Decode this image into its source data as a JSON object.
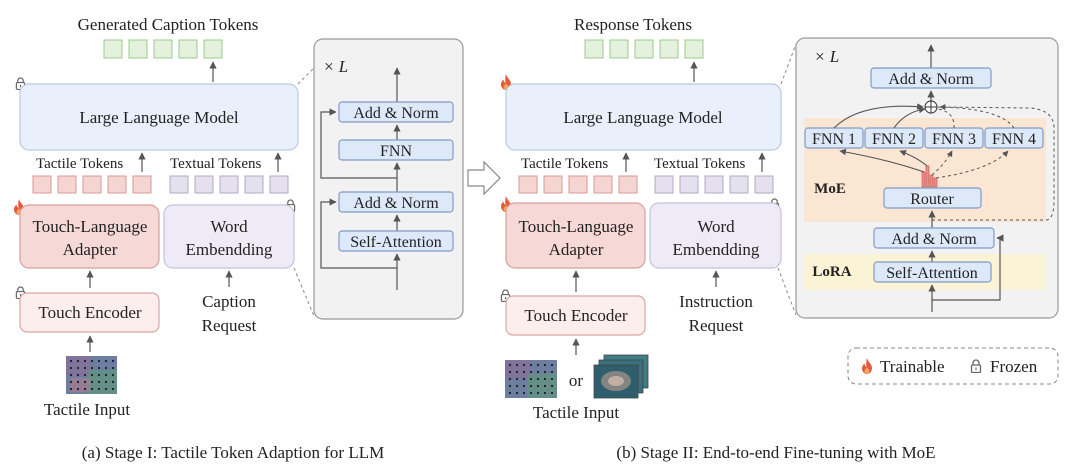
{
  "stage1": {
    "output_title": "Generated Caption Tokens",
    "llm_label": "Large Language Model",
    "tactile_tokens_label": "Tactile Tokens",
    "textual_tokens_label": "Textual Tokens",
    "adapter_line1": "Touch-Language",
    "adapter_line2": "Adapter",
    "word_emb_line1": "Word",
    "word_emb_line2": "Embendding",
    "encoder_label": "Touch Encoder",
    "request_line1": "Caption",
    "request_line2": "Request",
    "input_label": "Tactile Input",
    "caption": "(a) Stage I: Tactile Token Adaption for LLM"
  },
  "block1": {
    "times_l": "× L",
    "add_norm_top": "Add & Norm",
    "ffn": "FNN",
    "add_norm_bottom": "Add & Norm",
    "self_attention": "Self-Attention"
  },
  "stage2": {
    "output_title": "Response Tokens",
    "llm_label": "Large Language Model",
    "tactile_tokens_label": "Tactile Tokens",
    "textual_tokens_label": "Textual Tokens",
    "adapter_line1": "Touch-Language",
    "adapter_line2": "Adapter",
    "word_emb_line1": "Word",
    "word_emb_line2": "Embendding",
    "encoder_label": "Touch Encoder",
    "request_line1": "Instruction",
    "request_line2": "Request",
    "or_label": "or",
    "input_label": "Tactile Input",
    "caption": "(b) Stage II: End-to-end Fine-tuning with MoE"
  },
  "block2": {
    "times_l": "× L",
    "add_norm_top": "Add & Norm",
    "ffn1": "FNN 1",
    "ffn2": "FNN 2",
    "ffn3": "FNN 3",
    "ffn4": "FNN 4",
    "moe_label": "MoE",
    "router": "Router",
    "add_norm_bottom": "Add & Norm",
    "lora_label": "LoRA",
    "self_attention": "Self-Attention"
  },
  "legend": {
    "trainable": "Trainable",
    "frozen": "Frozen"
  },
  "colors": {
    "llm_fill": "#e9f0fb",
    "llm_stroke": "#b8c9e6",
    "green_token": "#e3f1dd",
    "green_token_stroke": "#9cc98f",
    "red_token": "#f5d5d2",
    "red_token_stroke": "#d99a94",
    "purple_token": "#e5e0ee",
    "purple_token_stroke": "#b2a8c8",
    "adapter_fill": "#f6d8d6",
    "word_fill": "#efebf6",
    "block_panel": "#f2f2f2",
    "blue_box": "#dde8f8",
    "moe_band": "#fbe6d3",
    "lora_band": "#fbf3d6",
    "flame": "#e8593a"
  }
}
